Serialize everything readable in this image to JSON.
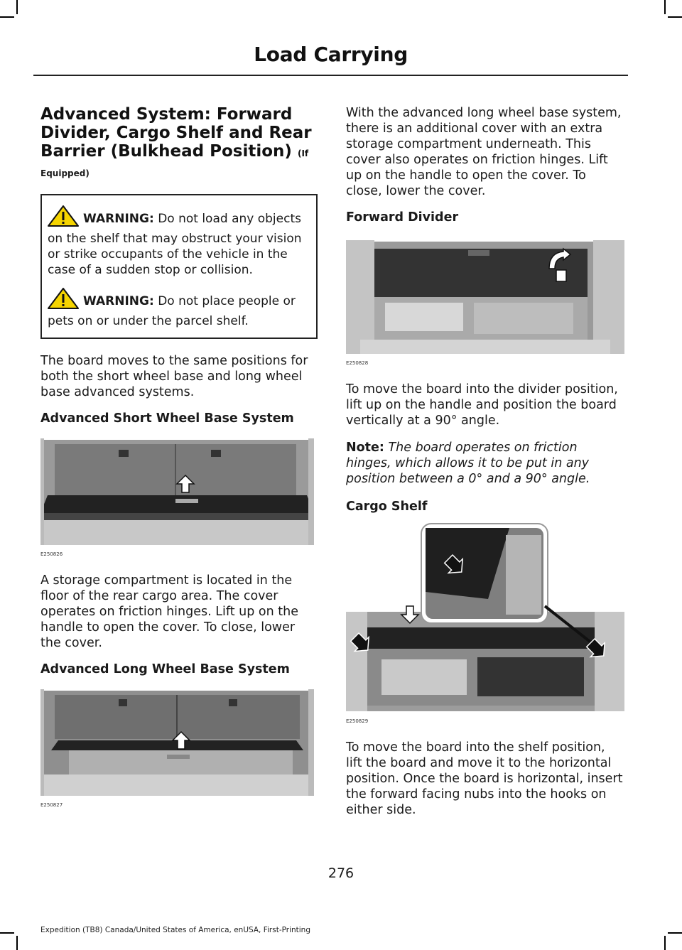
{
  "header": {
    "title": "Load Carrying"
  },
  "left": {
    "section_title": "Advanced System: Forward Divider, Cargo Shelf and Rear Barrier (Bulkhead Position)",
    "section_if": "(If",
    "section_equipped": "Equipped)",
    "warnings": [
      {
        "label": "WARNING:",
        "text": "Do not load any objects on the shelf that may obstruct your vision or strike occupants of the vehicle in the case of a sudden stop or collision."
      },
      {
        "label": "WARNING:",
        "text": "Do not place people or pets on or under the parcel shelf."
      }
    ],
    "intro": "The board moves to the same positions for both the short wheel base and long wheel base advanced systems.",
    "short_title": "Advanced Short Wheel Base System",
    "short_fig": "E250826",
    "short_text": "A storage compartment is located in the floor of the rear cargo area.  The cover operates on friction hinges.  Lift up on the handle to open the cover.  To close, lower the cover.",
    "long_title": "Advanced Long Wheel Base System",
    "long_fig": "E250827"
  },
  "right": {
    "long_text": "With the advanced long wheel base system, there is an additional cover with an extra storage compartment underneath. This cover also operates on friction hinges. Lift up on the handle to open the cover. To close, lower the cover.",
    "divider_title": "Forward Divider",
    "divider_fig": "E250828",
    "divider_text": "To move the board into the divider position, lift up on the handle and position the board vertically at a 90° angle.",
    "note_label": "Note:",
    "note_text": "The board operates on friction hinges, which allows it to be put in any position between a 0° and a 90° angle.",
    "shelf_title": "Cargo Shelf",
    "shelf_fig": "E250829",
    "shelf_text": "To move the board into the shelf position, lift the board and move it to the horizontal position. Once the board is horizontal, insert the forward facing nubs into the hooks on either side."
  },
  "page_number": "276",
  "footer": "Expedition (TB8) Canada/United States of America, enUSA, First-Printing"
}
